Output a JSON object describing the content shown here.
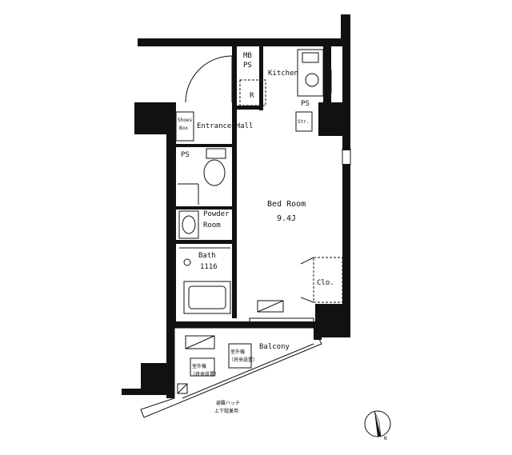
{
  "rooms": {
    "mb_ps": [
      "MB",
      "PS"
    ],
    "kitchen": "Kitchen",
    "fridge": "R",
    "ps_kitchen": "PS",
    "shoes_box": [
      "Shoes",
      "Box"
    ],
    "entrance_hall": "Entrance Hall",
    "str": "Str.",
    "ps_wc": "PS",
    "powder_room": [
      "Powder",
      "Room"
    ],
    "bath": [
      "Bath",
      "1116"
    ],
    "bed_room": [
      "Bed Room",
      "9.4J"
    ],
    "closet": "Clo.",
    "balcony": "Balcony",
    "outdoor_unit_left": [
      "室外機",
      "（将来設置）"
    ],
    "outdoor_unit_right": [
      "室外機",
      "（将来設置）"
    ],
    "evacuation": [
      "避難ハッチ",
      "上下階兼用"
    ]
  },
  "compass": {
    "label": "N",
    "icon": "north-arrow-icon"
  },
  "colors": {
    "wall": "#111111",
    "background": "#ffffff"
  }
}
